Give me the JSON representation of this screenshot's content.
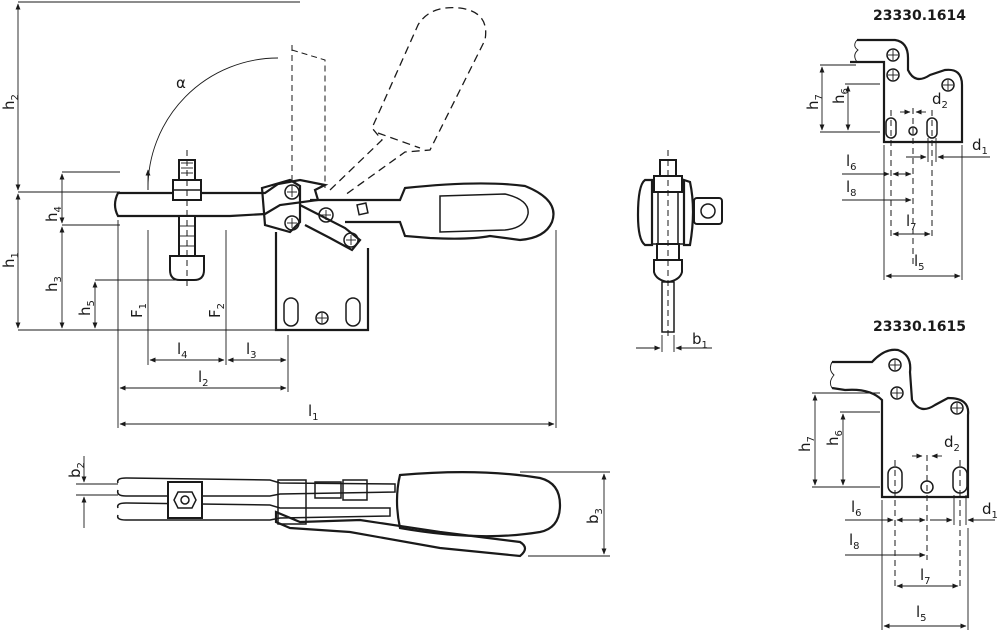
{
  "variants": [
    "23330.1614",
    "23330.1615"
  ],
  "labels": {
    "h1": [
      "h",
      "1"
    ],
    "h2": [
      "h",
      "2"
    ],
    "h3": [
      "h",
      "3"
    ],
    "h4": [
      "h",
      "4"
    ],
    "h5": [
      "h",
      "5"
    ],
    "h6": [
      "h",
      "6"
    ],
    "h7": [
      "h",
      "7"
    ],
    "l1": [
      "l",
      "1"
    ],
    "l2": [
      "l",
      "2"
    ],
    "l3": [
      "l",
      "3"
    ],
    "l4": [
      "l",
      "4"
    ],
    "l5": [
      "l",
      "5"
    ],
    "l6": [
      "l",
      "6"
    ],
    "l7": [
      "l",
      "7"
    ],
    "l8": [
      "l",
      "8"
    ],
    "b1": [
      "b",
      "1"
    ],
    "b2": [
      "b",
      "2"
    ],
    "b3": [
      "b",
      "3"
    ],
    "d1": [
      "d",
      "1"
    ],
    "d2": [
      "d",
      "2"
    ],
    "F1": [
      "F",
      "1"
    ],
    "F2": [
      "F",
      "2"
    ],
    "alpha": "α"
  }
}
